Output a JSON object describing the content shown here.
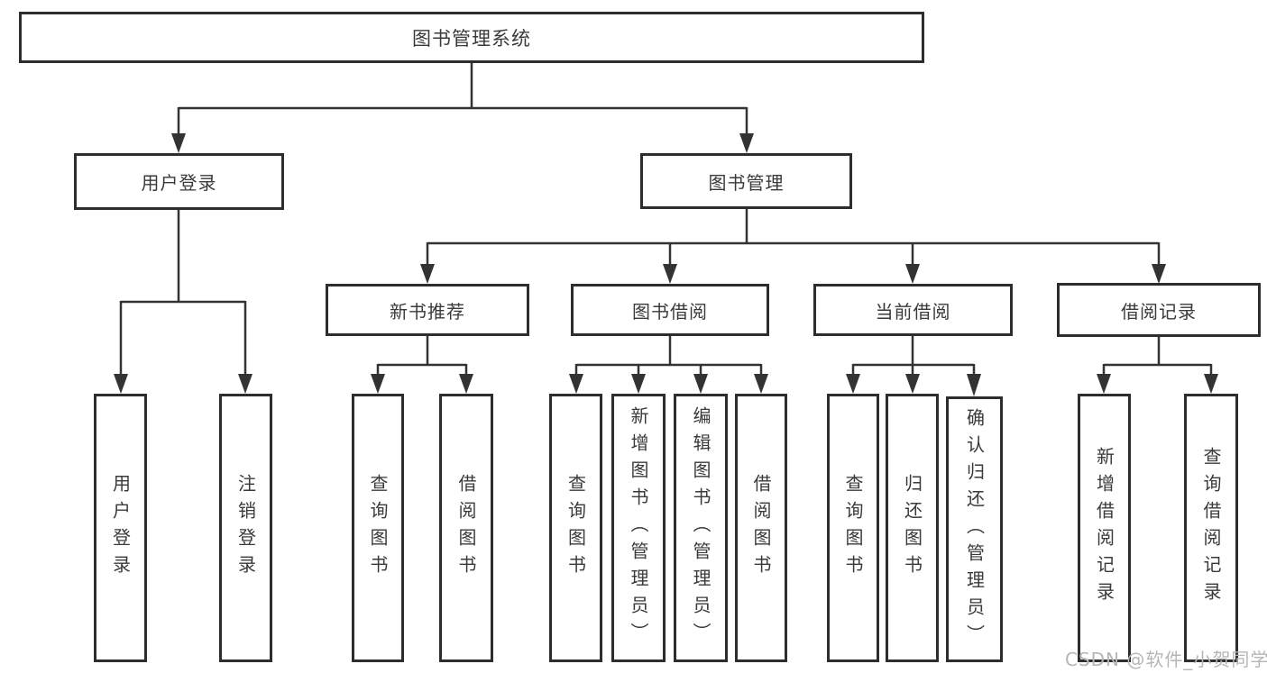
{
  "diagram": {
    "root": {
      "label": "图书管理系统"
    },
    "branches": [
      {
        "label": "用户登录",
        "leaves": [
          {
            "label": "用户登录"
          },
          {
            "label": "注销登录"
          }
        ]
      },
      {
        "label": "图书管理",
        "groups": [
          {
            "label": "新书推荐",
            "leaves": [
              {
                "label": "查询图书"
              },
              {
                "label": "借阅图书"
              }
            ]
          },
          {
            "label": "图书借阅",
            "leaves": [
              {
                "label": "查询图书"
              },
              {
                "label": "新增图书（管理员）"
              },
              {
                "label": "编辑图书（管理员）"
              },
              {
                "label": "借阅图书"
              }
            ]
          },
          {
            "label": "当前借阅",
            "leaves": [
              {
                "label": "查询图书"
              },
              {
                "label": "归还图书"
              },
              {
                "label": "确认归还（管理员）"
              }
            ]
          },
          {
            "label": "借阅记录",
            "leaves": [
              {
                "label": "新增借阅记录"
              },
              {
                "label": "查询借阅记录"
              }
            ]
          }
        ]
      }
    ]
  },
  "watermark": {
    "text": "CSDN @软件_小贺同学"
  },
  "colors": {
    "line": "#333333",
    "box_border": "#2d2d2d",
    "text": "#3a3a3a",
    "background": "#ffffff",
    "watermark": "#b6b6b6"
  }
}
